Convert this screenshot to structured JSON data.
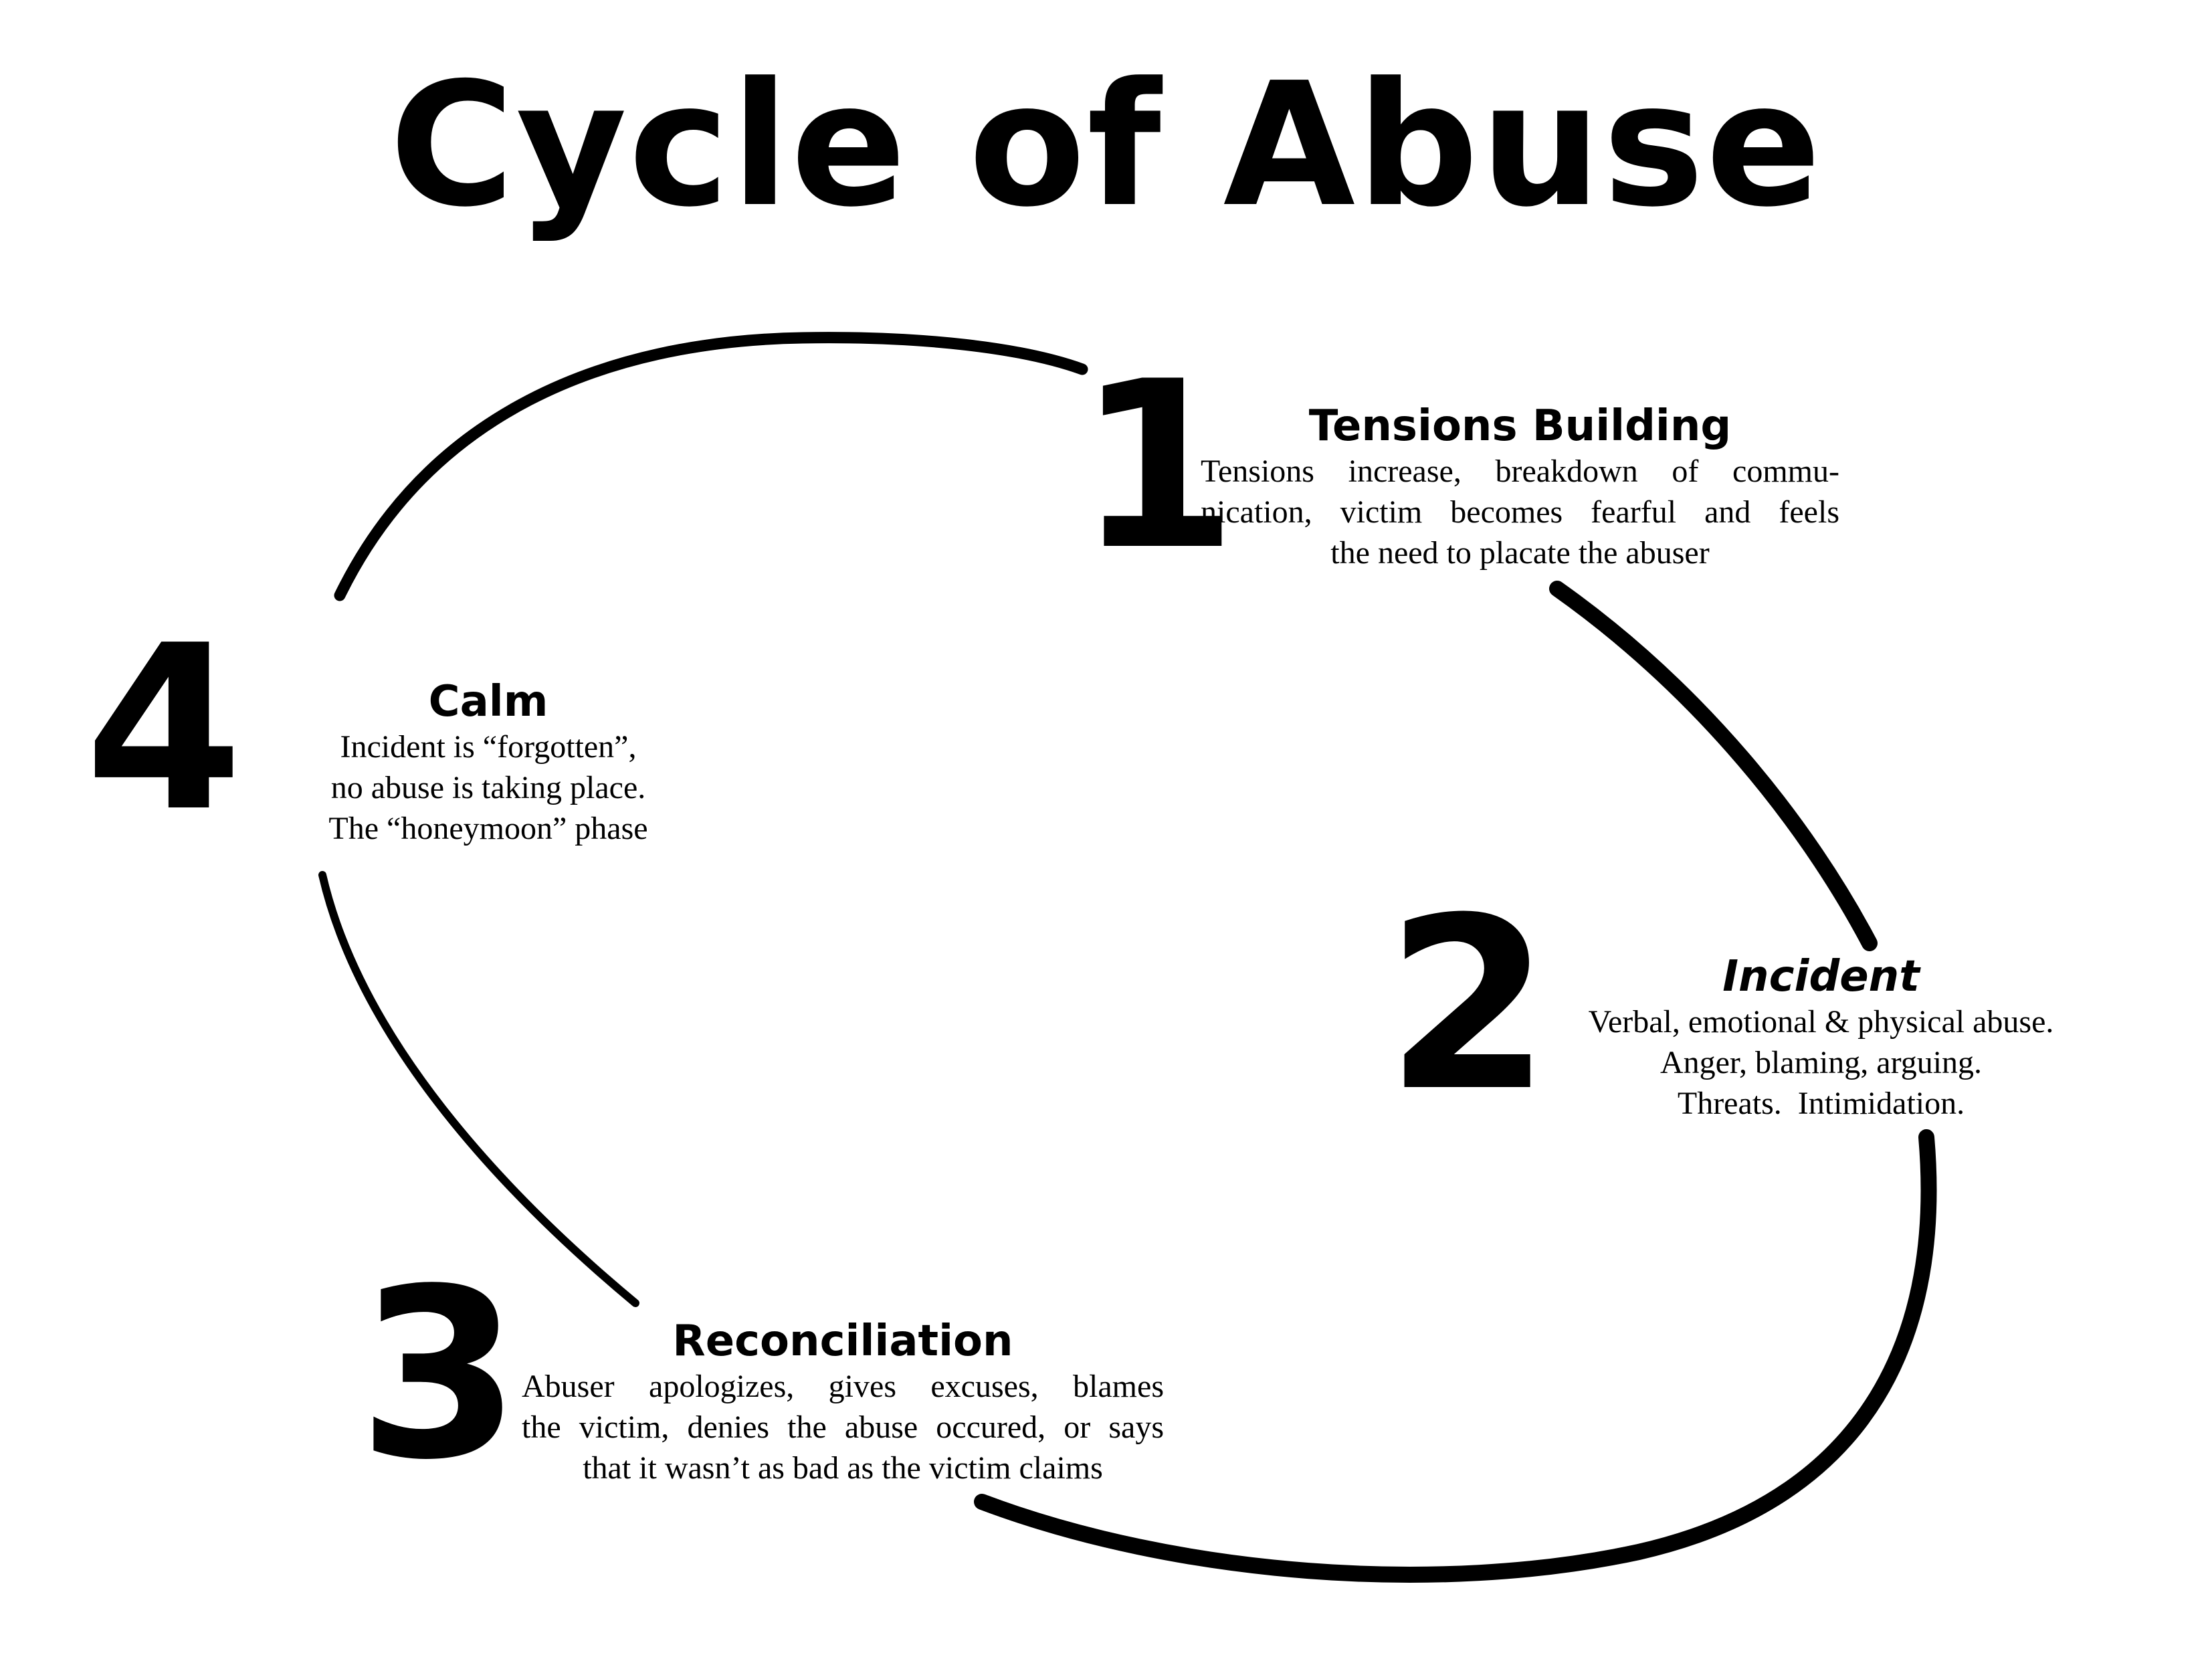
{
  "title": "Cycle of Abuse",
  "stages": [
    {
      "number": "1",
      "title": "Tensions Building",
      "description": [
        "Tensions increase, breakdown of commu-",
        "nication, victim becomes fearful and feels",
        "the need to placate the abuser"
      ]
    },
    {
      "number": "2",
      "title": "Incident",
      "description": [
        "Verbal, emotional & physical abuse.",
        "Anger, blaming, arguing.",
        "Threats.  Intimidation."
      ]
    },
    {
      "number": "3",
      "title": "Reconciliation",
      "description": [
        "Abuser apologizes, gives excuses, blames",
        "the victim, denies the abuse occured, or says",
        "that it wasn’t as bad as the victim claims"
      ]
    },
    {
      "number": "4",
      "title": "Calm",
      "description": [
        "Incident is “forgotten”,",
        "no abuse is taking place.",
        "The “honeymoon” phase"
      ]
    }
  ],
  "colors": {
    "ink": "#000000",
    "background": "#ffffff"
  }
}
